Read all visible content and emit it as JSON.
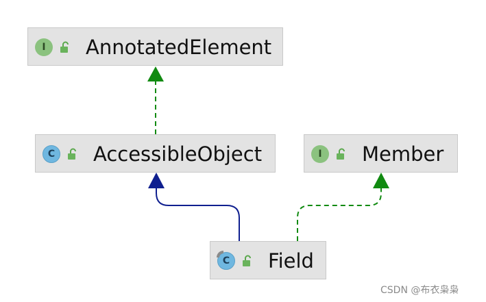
{
  "nodes": {
    "annotated_element": {
      "name": "AnnotatedElement",
      "kind": "interface",
      "badge": "I"
    },
    "accessible_object": {
      "name": "AccessibleObject",
      "kind": "class",
      "badge": "C"
    },
    "member": {
      "name": "Member",
      "kind": "interface",
      "badge": "I"
    },
    "field": {
      "name": "Field",
      "kind": "final class",
      "badge": "C"
    }
  },
  "edges": [
    {
      "from": "AccessibleObject",
      "to": "AnnotatedElement",
      "style": "dashed",
      "relation": "implements",
      "color": "#118a11"
    },
    {
      "from": "Field",
      "to": "AccessibleObject",
      "style": "solid",
      "relation": "extends",
      "color": "#0f1f8f"
    },
    {
      "from": "Field",
      "to": "Member",
      "style": "dashed",
      "relation": "implements",
      "color": "#118a11"
    }
  ],
  "colors": {
    "node_bg": "#e3e3e3",
    "interface_badge": "#8bc27f",
    "class_badge": "#6fb7e0",
    "implements_edge": "#118a11",
    "extends_edge": "#0f1f8f"
  },
  "watermark": "CSDN @布衣枭枭"
}
